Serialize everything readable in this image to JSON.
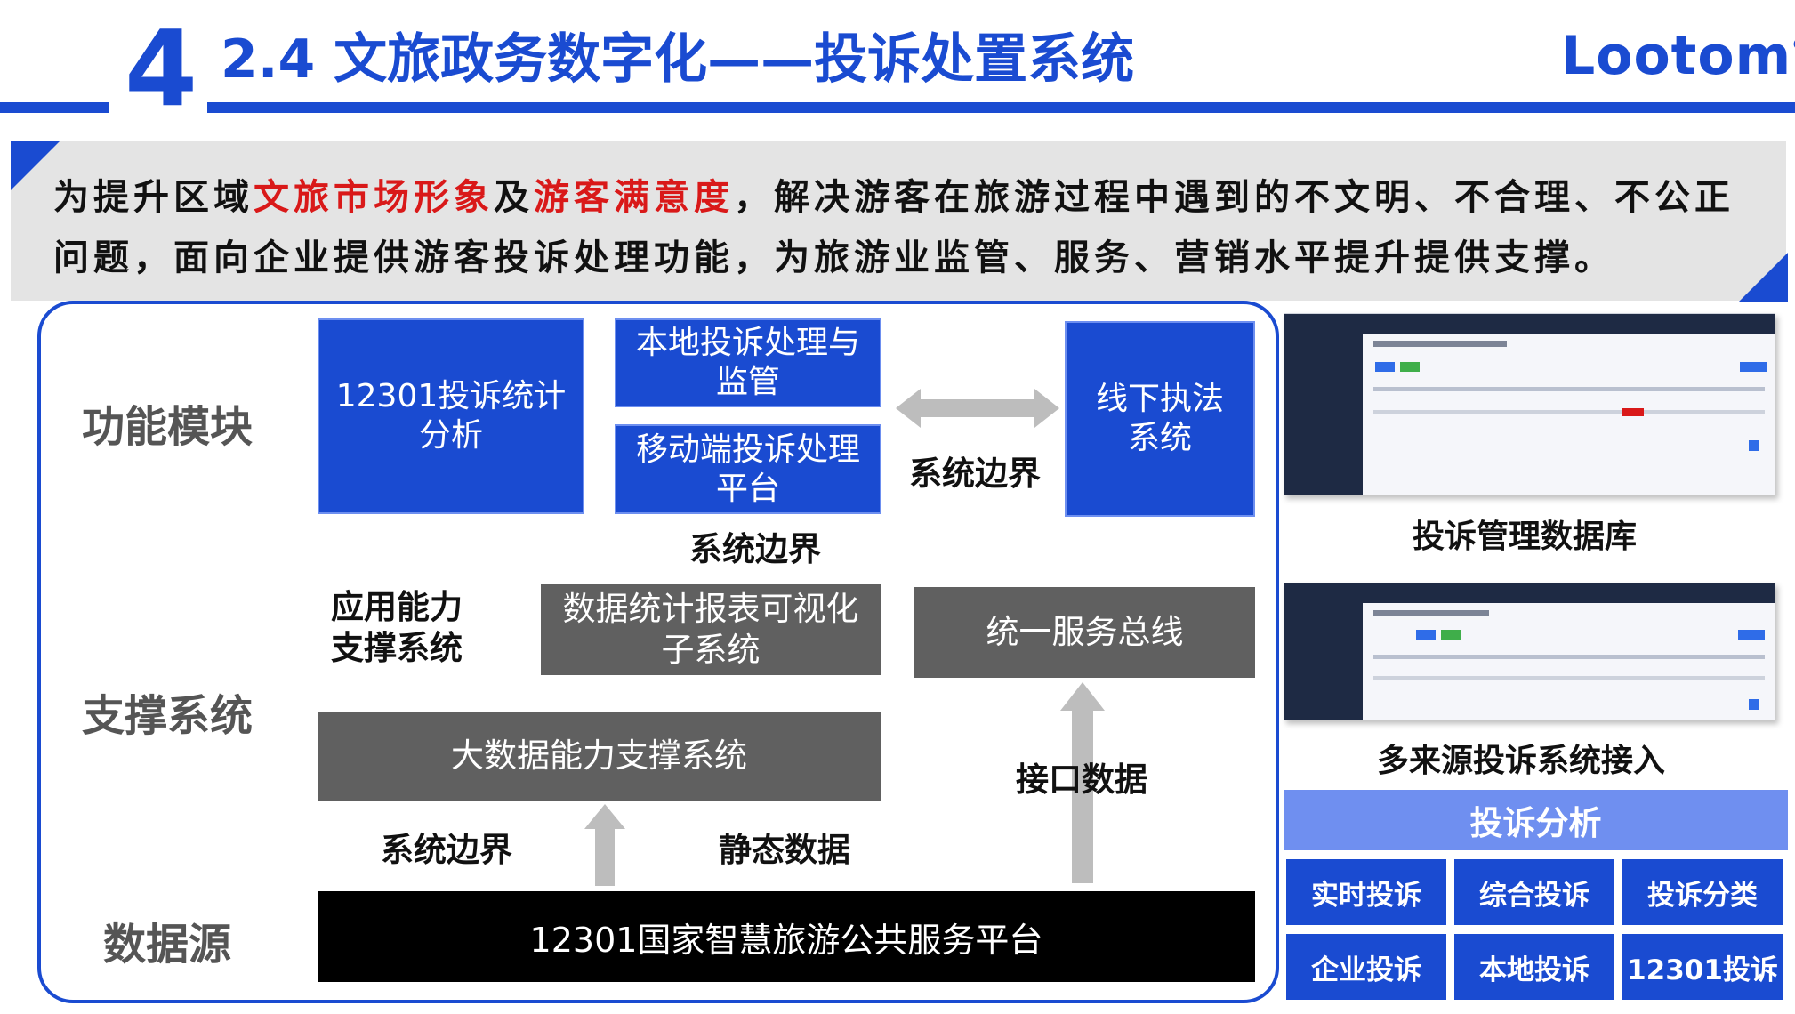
{
  "header": {
    "section_number": "4",
    "title": "2.4 文旅政务数字化——投诉处置系统",
    "logo": "Lootom",
    "logo_mark": "®"
  },
  "intro": {
    "part1": "为提升区域",
    "highlight1": "文旅市场形象",
    "part2": "及",
    "highlight2": "游客满意度",
    "part3": "，解决游客在旅游过程中遇到的不文明、不合理、不公正问题，面向企业提供游客投诉处理功能，为旅游业监管、服务、营销水平提升提供支撑。"
  },
  "diagram": {
    "rows": {
      "function": "功能模块",
      "support": "支撑系统",
      "source": "数据源"
    },
    "boxes": {
      "stats12301": "12301投诉统计分析",
      "local": "本地投诉处理与监管",
      "mobile": "移动端投诉处理平台",
      "offline": "线下执法系统",
      "report": "数据统计报表可视化子系统",
      "bus": "统一服务总线",
      "bigdata": "大数据能力支撑系统",
      "platform": "12301国家智慧旅游公共服务平台"
    },
    "labels": {
      "boundary_top": "系统边界",
      "boundary_mid": "系统边界",
      "app_support": "应用能力支撑系统",
      "interface_data": "接口数据",
      "boundary_bottom": "系统边界",
      "static_data": "静态数据"
    },
    "colors": {
      "blue": "#1a4bd1",
      "gray": "#606060",
      "black": "#000000"
    }
  },
  "right_panel": {
    "caption1": "投诉管理数据库",
    "caption2": "多来源投诉系统接入",
    "analysis_title": "投诉分析",
    "tiles": [
      "实时投诉",
      "综合投诉",
      "投诉分类",
      "企业投诉",
      "本地投诉",
      "12301投诉"
    ]
  }
}
